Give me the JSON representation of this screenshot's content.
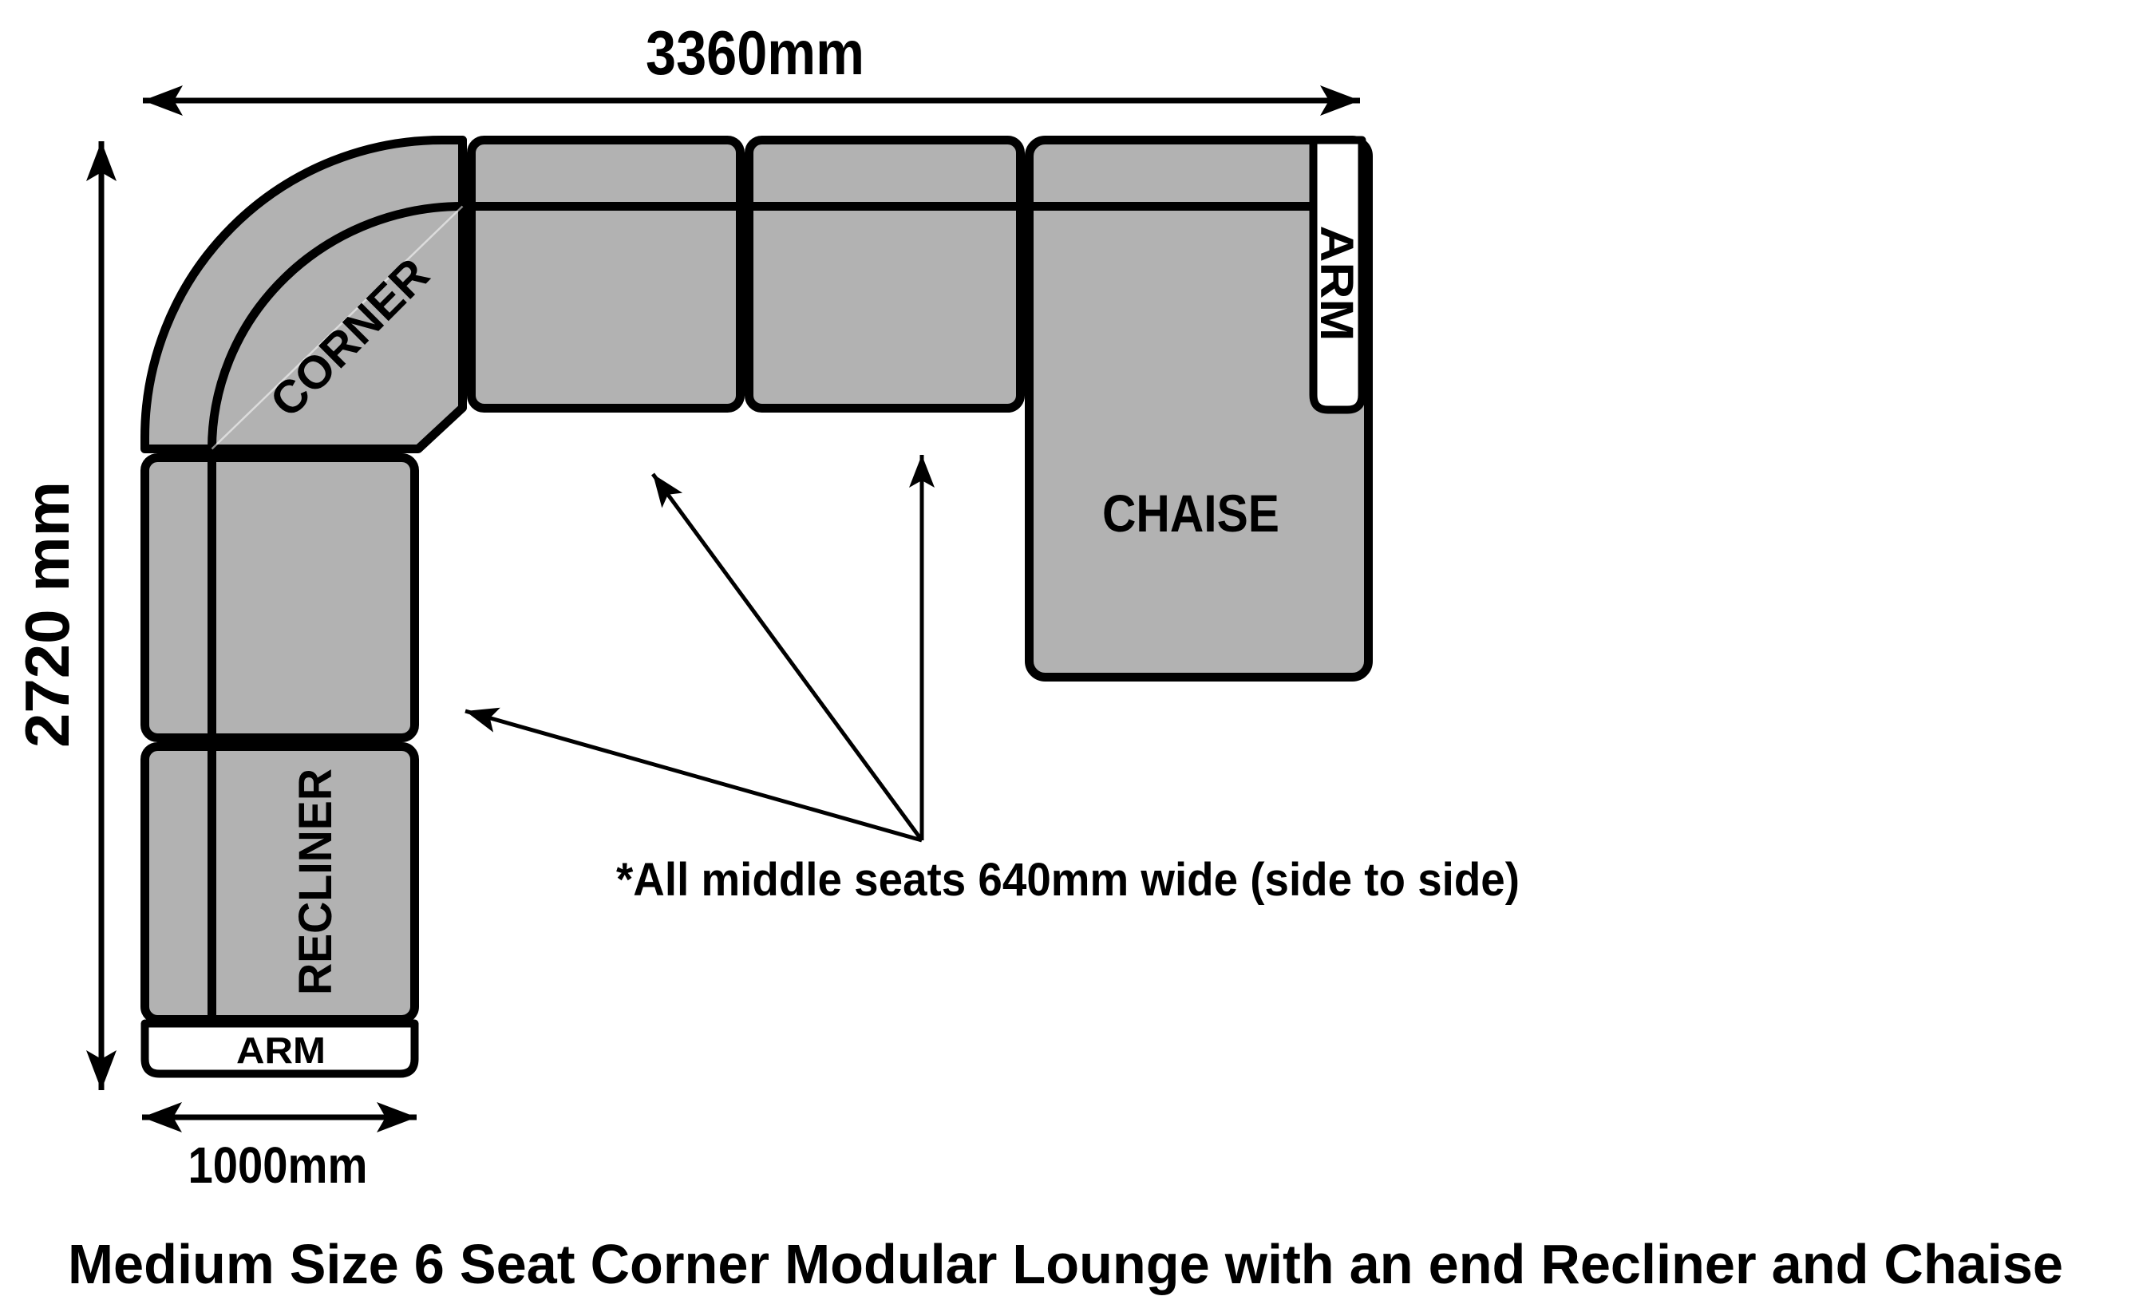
{
  "diagram": {
    "title": "Medium Size 6 Seat Corner Modular Lounge with an end Recliner and Chaise",
    "note": "*All middle seats 640mm wide (side to side)",
    "dimensions": {
      "top_width": "3360mm",
      "left_height": "2720 mm",
      "bottom_width": "1000mm"
    },
    "modules": {
      "corner": "CORNER",
      "chaise": "CHAISE",
      "recliner": "RECLINER",
      "arm_right": "ARM",
      "arm_bottom": "ARM"
    },
    "colors": {
      "fabric_gray": "#b2b2b2",
      "outline_black": "#000000",
      "arm_white": "#ffffff"
    }
  }
}
